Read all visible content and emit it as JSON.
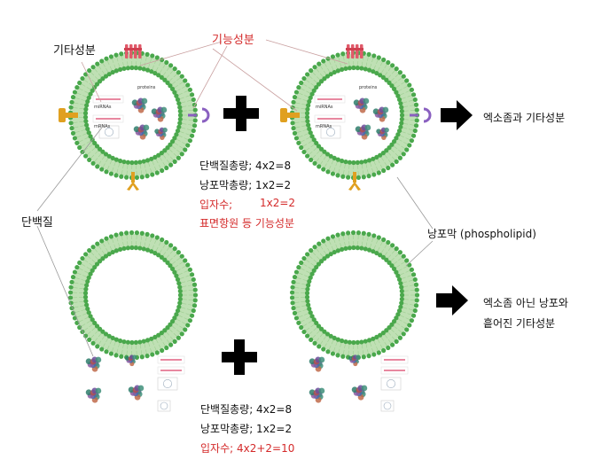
{
  "labels": {
    "functional": "기능성분",
    "other": "기타성분",
    "protein": "단백질",
    "membrane": "낭포막 (phospholipid)",
    "result_top": "엑소좀과 기타성분",
    "result_bottom_1": "엑소좀 아닌 낭포와",
    "result_bottom_2": "흩어진 기타성분"
  },
  "top_stats": {
    "protein": "단백질총량; 4x2=8",
    "membrane": "낭포막총량; 1x2=2",
    "particles_label": "입자수;",
    "particles_value": "1x2=2",
    "surface": "표면항원 등 기능성분"
  },
  "bottom_stats": {
    "protein": "단백질총량; 4x2=8",
    "membrane": "낭포막총량; 1x2=2",
    "particles": "입자수; 4x2+2=10"
  },
  "inner_labels": {
    "protein": "proteins",
    "mirna": "miRNAs",
    "mrna": "mRNAs"
  },
  "colors": {
    "lipid_head": "#4aa84c",
    "lipid_tail": "#bfe0b4",
    "receptor": "#e0a020",
    "channel": "#e05a6a",
    "purple": "#8a60c0",
    "highlight": "#d42a2a",
    "arrow": "#111111"
  }
}
